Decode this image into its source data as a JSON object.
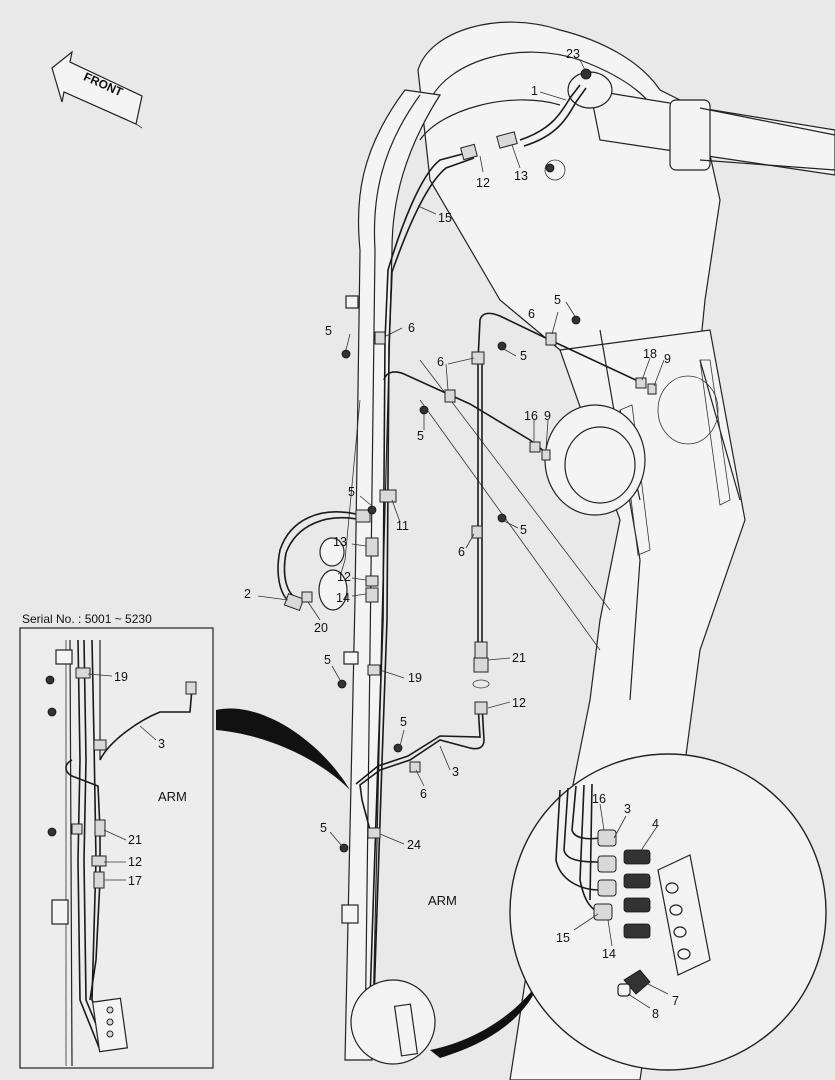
{
  "direction_label": "FRONT",
  "inset": {
    "serial_label": "Serial No. : 5001 ~ 5230",
    "arm_label": "ARM",
    "callouts": [
      "19",
      "3",
      "21",
      "12",
      "17"
    ]
  },
  "main": {
    "arm_label": "ARM",
    "callouts": [
      "23",
      "1",
      "12",
      "13",
      "15",
      "5",
      "6",
      "5",
      "6",
      "5",
      "18",
      "9",
      "6",
      "5",
      "16",
      "9",
      "5",
      "5",
      "11",
      "5",
      "13",
      "6",
      "12",
      "2",
      "14",
      "20",
      "21",
      "5",
      "19",
      "12",
      "5",
      "3",
      "6",
      "5",
      "24"
    ]
  },
  "detail": {
    "callouts": [
      "16",
      "3",
      "4",
      "15",
      "14",
      "7",
      "8"
    ]
  },
  "colors": {
    "background": "#e9e9e9",
    "line": "#222222",
    "panel": "#f4f4f4"
  }
}
